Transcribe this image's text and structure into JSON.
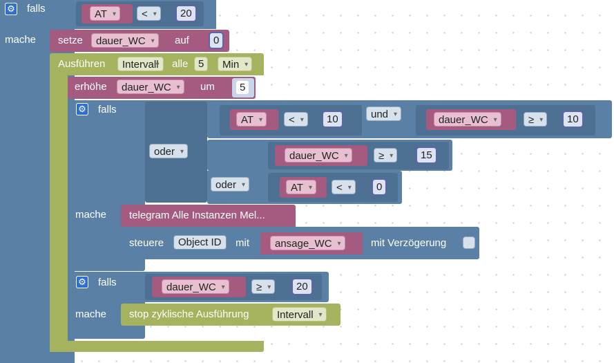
{
  "outer_if": {
    "label_if": "falls",
    "label_do": "mache",
    "condition": {
      "var": "AT",
      "op": "<",
      "value": "20"
    }
  },
  "set_block": {
    "label_set": "setze",
    "var": "dauer_WC",
    "label_to": "auf",
    "value": "0"
  },
  "interval": {
    "label": "Ausführen",
    "name": "Intervall",
    "label_every": "alle",
    "value": "5",
    "unit": "Min"
  },
  "increment": {
    "label": "erhöhe",
    "var": "dauer_WC",
    "label_by": "um",
    "value": "5"
  },
  "inner_if": {
    "label_if": "falls",
    "label_do": "mache",
    "and_label": "und",
    "or_label_1": "oder",
    "or_label_2": "oder",
    "cond_a": {
      "var": "AT",
      "op": "<",
      "value": "10"
    },
    "cond_b": {
      "var": "dauer_WC",
      "op": "≥",
      "value": "10"
    },
    "cond_c": {
      "var": "dauer_WC",
      "op": "≥",
      "value": "15"
    },
    "cond_d": {
      "var": "AT",
      "op": "<",
      "value": "0"
    }
  },
  "telegram": {
    "label": "telegram Alle Instanzen Mel..."
  },
  "control": {
    "label": "steuere",
    "object": "Object ID",
    "label_with": "mit",
    "var": "ansage_WC",
    "label_delay": "mit Verzögerung"
  },
  "third_if": {
    "label_if": "falls",
    "label_do": "mache",
    "condition": {
      "var": "dauer_WC",
      "op": "≥",
      "value": "20"
    }
  },
  "stop_block": {
    "label": "stop zyklische Ausführung",
    "name": "Intervall"
  },
  "colors": {
    "logic": "#5b80a5",
    "variables": "#a55b80",
    "timers": "#a5b35e",
    "math": "#5b67a5"
  }
}
